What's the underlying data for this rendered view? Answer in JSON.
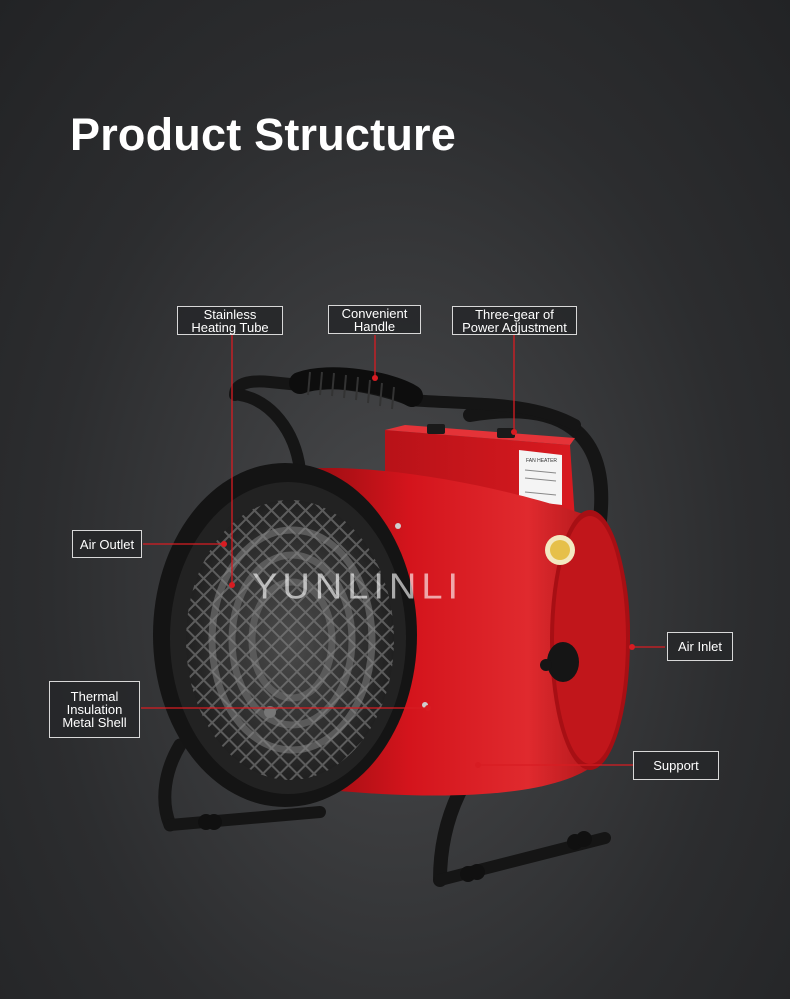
{
  "page": {
    "title": "Product Structure",
    "watermark": "YUNLINLI"
  },
  "labels": {
    "heating_tube": "Stainless\nHeating Tube",
    "handle": "Convenient\nHandle",
    "power_adjust": "Three-gear of\nPower Adjustment",
    "air_outlet": "Air Outlet",
    "air_inlet": "Air Inlet",
    "metal_shell": "Thermal\nInsulation\nMetal Shell",
    "support": "Support"
  },
  "product_plate": "FAN HEATER",
  "colors": {
    "background": "#2a2b2d",
    "heater_body": "#d4141c",
    "frame": "#1a1a1a",
    "callout_line": "#d81c22",
    "label_border": "#d8d8d8"
  }
}
